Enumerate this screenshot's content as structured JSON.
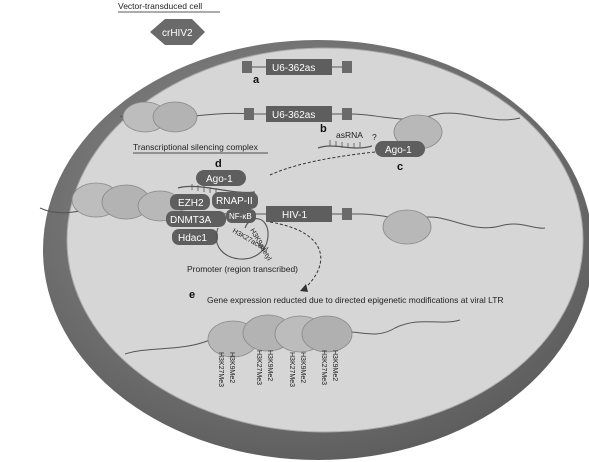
{
  "header": {
    "cell_label": "Vector-transduced cell",
    "virus_label": "crHIV2"
  },
  "panel_a": {
    "letter": "a",
    "gene_label": "U6-362as"
  },
  "panel_b": {
    "letter": "b",
    "gene_label": "U6-362as",
    "asrna_label": "asRNA",
    "unknown_mark": "?"
  },
  "panel_c": {
    "letter": "c",
    "ago_label": "Ago-1"
  },
  "panel_d": {
    "letter": "d",
    "complex_title": "Transcriptional silencing complex",
    "ago_label": "Ago-1",
    "proteins": [
      "EZH2",
      "RNAP-II",
      "DNMT3A",
      "NF-κB",
      "Hdac1"
    ],
    "histone_marks": [
      "H3K9acetyl",
      "H3K27acetyl"
    ],
    "promoter_label": "Promoter (region transcribed)",
    "gene_label": "HIV-1"
  },
  "panel_e": {
    "letter": "e",
    "caption": "Gene expression reducted due to directed epigenetic modifications at viral LTR",
    "methyl_marks": [
      "H3K27Me3",
      "H3K9Me2",
      "H3K27Me3",
      "H3K9Me2",
      "H3K27Me3",
      "H3K9Me2",
      "H3K27Me3",
      "H3K9Me2"
    ]
  },
  "colors": {
    "outer_cell": "#7a7a7a",
    "nucleus": "#d4d4d4",
    "box_fill": "#5e5e5e",
    "nucleosome": "#b8b8b8",
    "dna_line": "#555555"
  }
}
